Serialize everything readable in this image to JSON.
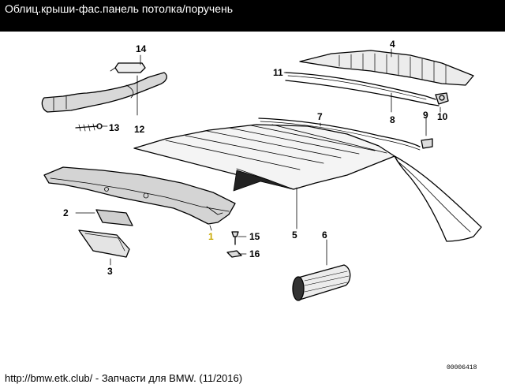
{
  "window": {
    "title": "Облиц.крыши-фас.панель потолка/поручень",
    "footer": "http://bmw.etk.club/ - Запчасти для BMW. (11/2016)",
    "drawing_code": "00006418"
  },
  "callouts": [
    "1",
    "2",
    "3",
    "4",
    "5",
    "6",
    "7",
    "8",
    "9",
    "10",
    "11",
    "12",
    "13",
    "14",
    "15",
    "16"
  ],
  "colors": {
    "title_bg": "#000000",
    "title_fg": "#ffffff",
    "callout_highlight": "#c8a800"
  }
}
